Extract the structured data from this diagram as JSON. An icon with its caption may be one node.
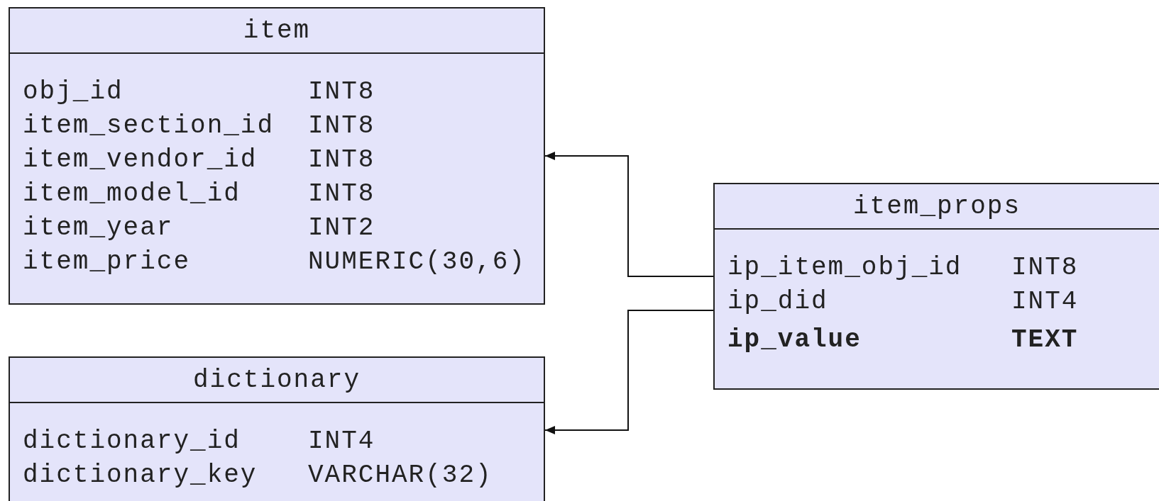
{
  "diagram": {
    "nodes": [
      {
        "text": [
          "item",
          "obj_id",
          "INT8",
          "item_section_id",
          "INT8",
          "item_vendor_id",
          "INT8",
          "item_model_id",
          "INT8",
          "item_year",
          "INT2",
          "item_price",
          "NUMERIC(30,6)"
        ]
      },
      {
        "text": [
          "dictionary",
          "dictionary_id",
          "INT4",
          "dictionary_key",
          "VARCHAR(32)"
        ]
      },
      {
        "text": [
          "item_props",
          "ip_item_obj_id",
          "INT8",
          "ip_did",
          "INT4",
          "ip_value",
          "TEXT"
        ]
      }
    ],
    "edges": [
      {
        "from": 2,
        "to": 0,
        "arrow": "to"
      },
      {
        "from": 2,
        "to": 1,
        "arrow": "to"
      }
    ]
  }
}
